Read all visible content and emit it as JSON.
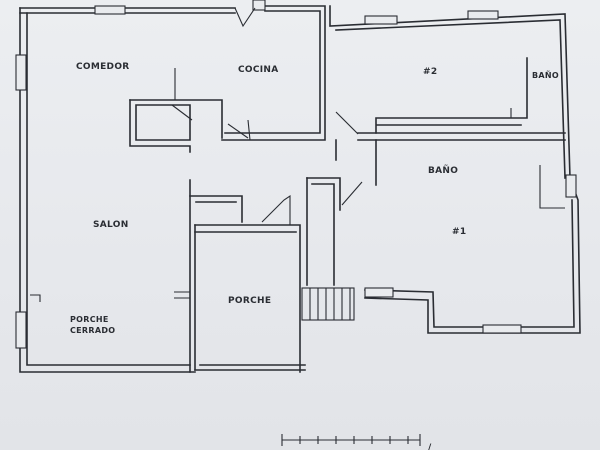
{
  "rooms": {
    "comedor": "COMEDOR",
    "cocina": "COCINA",
    "dorm2": "#2",
    "bano_small": "BAÑO",
    "bano_main": "BAÑO",
    "dorm1": "#1",
    "salon": "SALON",
    "porche": "PORCHE",
    "porche_cerrado_1": "PORCHE",
    "porche_cerrado_2": "CERRADO"
  },
  "scale_label": "/"
}
